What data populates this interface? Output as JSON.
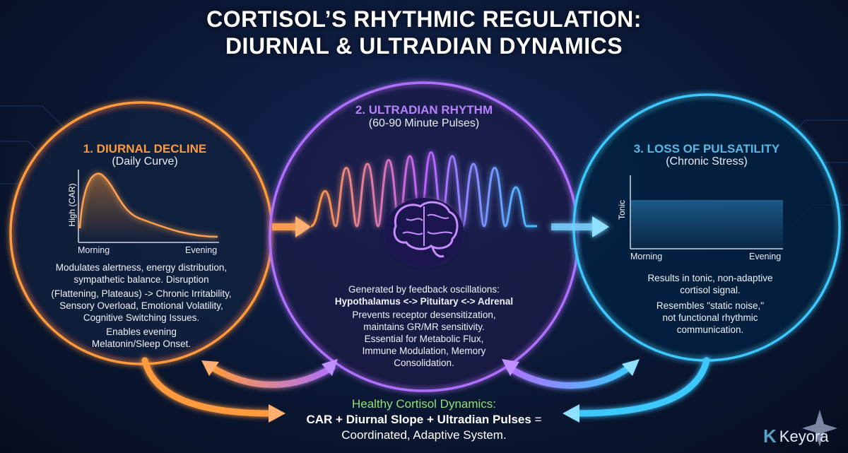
{
  "title": {
    "line1": "CORTISOL’S RHYTHMIC REGULATION:",
    "line2": "DIURNAL & ULTRADIAN DYNAMICS"
  },
  "panels": [
    {
      "heading": "1. DIURNAL DECLINE",
      "subheading": "(Daily Curve)",
      "y_label": "High (CAR)",
      "x_start": "Morning",
      "x_end": "Evening",
      "text": [
        "Modulates alertness, energy distribution,",
        "sympathetic balance. Disruption",
        "(Flattening, Plateaus) -> Chronic Irritability,",
        "Sensory Overload, Emotional Volatility,",
        "Cognitive Switching Issues.",
        "Enables evening",
        "Melatonin/Sleep Onset."
      ],
      "color": "#ff9a3c"
    },
    {
      "heading": "2. ULTRADIAN RHYTHM",
      "subheading": "(60-90 Minute Pulses)",
      "text_intro": "Generated by feedback oscillations:",
      "text_bold": "Hypothalamus <-> Pituitary <-> Adrenal",
      "text": [
        "Prevents receptor desensitization,",
        "maintains GR/MR sensitivity.",
        "Essential for Metabolic Flux,",
        "Immune Modulation, Memory",
        "Consolidation."
      ],
      "color": "#b070ff"
    },
    {
      "heading": "3. LOSS OF PULSATILITY",
      "subheading": "(Chronic Stress)",
      "y_label": "Tonic",
      "x_start": "Morning",
      "x_end": "Evening",
      "text": [
        "Results in tonic, non-adaptive",
        "cortisol signal."
      ],
      "text2": [
        "Resembles \"static noise,\"",
        "not functional rhythmic",
        "communication."
      ],
      "color": "#3cc8ff"
    }
  ],
  "summary": {
    "heading": "Healthy Cortisol Dynamics:",
    "bold": "CAR + Diurnal Slope + Ultradian Pulses",
    "equals": " =",
    "result": "Coordinated, Adaptive System."
  },
  "logo": {
    "text": "Keyora"
  },
  "icons": [
    "brain-icon",
    "arrow-icon",
    "sparkle-icon"
  ]
}
